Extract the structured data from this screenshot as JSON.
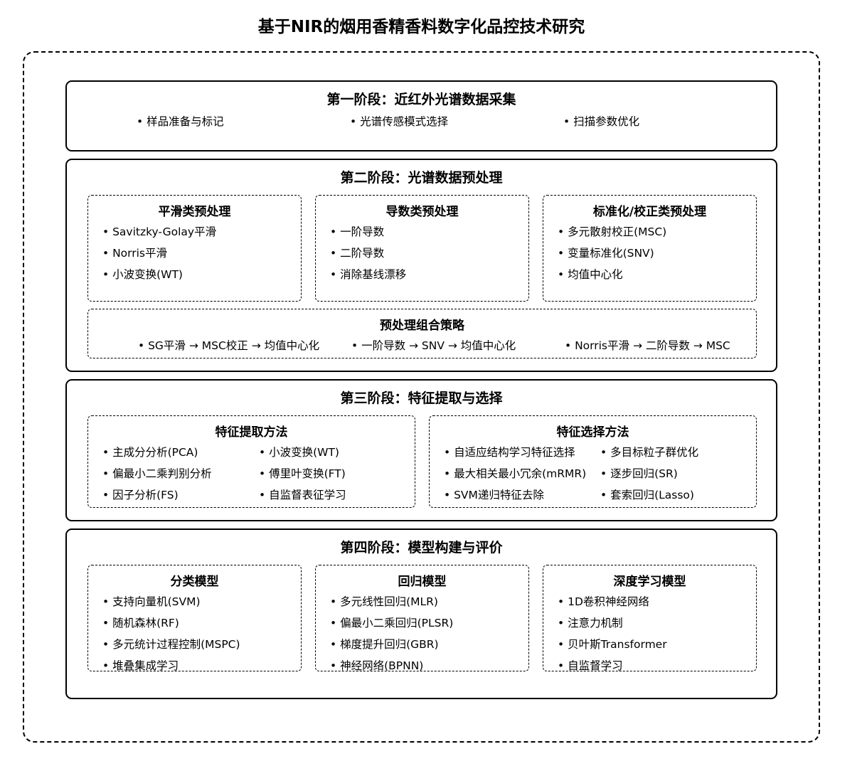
{
  "title": "基于NIR的烟用香精香料数字化品控技术研究",
  "stage1": {
    "title": "第一阶段：近红外光谱数据采集",
    "items": [
      "样品准备与标记",
      "光谱传感模式选择",
      "扫描参数优化"
    ]
  },
  "stage2": {
    "title": "第二阶段：光谱数据预处理",
    "boxes": [
      {
        "title": "平滑类预处理",
        "items": [
          "Savitzky-Golay平滑",
          "Norris平滑",
          "小波变换(WT)"
        ]
      },
      {
        "title": "导数类预处理",
        "items": [
          "一阶导数",
          "二阶导数",
          "消除基线漂移"
        ]
      },
      {
        "title": "标准化/校正类预处理",
        "items": [
          "多元散射校正(MSC)",
          "变量标准化(SNV)",
          "均值中心化"
        ]
      }
    ],
    "combo": {
      "title": "预处理组合策略",
      "items": [
        "SG平滑 → MSC校正 → 均值中心化",
        "一阶导数 → SNV → 均值中心化",
        "Norris平滑 → 二阶导数 → MSC"
      ]
    }
  },
  "stage3": {
    "title": "第三阶段：特征提取与选择",
    "boxes": [
      {
        "title": "特征提取方法",
        "items": [
          "主成分分析(PCA)",
          "小波变换(WT)",
          "偏最小二乘判别分析",
          "傅里叶变换(FT)",
          "因子分析(FS)",
          "自监督表征学习"
        ]
      },
      {
        "title": "特征选择方法",
        "items": [
          "自适应结构学习特征选择",
          "多目标粒子群优化",
          "最大相关最小冗余(mRMR)",
          "逐步回归(SR)",
          "SVM递归特征去除",
          "套索回归(Lasso)"
        ]
      }
    ]
  },
  "stage4": {
    "title": "第四阶段：模型构建与评价",
    "boxes": [
      {
        "title": "分类模型",
        "items": [
          "支持向量机(SVM)",
          "随机森林(RF)",
          "多元统计过程控制(MSPC)",
          "堆叠集成学习"
        ]
      },
      {
        "title": "回归模型",
        "items": [
          "多元线性回归(MLR)",
          "偏最小二乘回归(PLSR)",
          "梯度提升回归(GBR)",
          "神经网络(BPNN)"
        ]
      },
      {
        "title": "深度学习模型",
        "items": [
          "1D卷积神经网络",
          "注意力机制",
          "贝叶斯Transformer",
          "自监督学习"
        ]
      }
    ]
  }
}
